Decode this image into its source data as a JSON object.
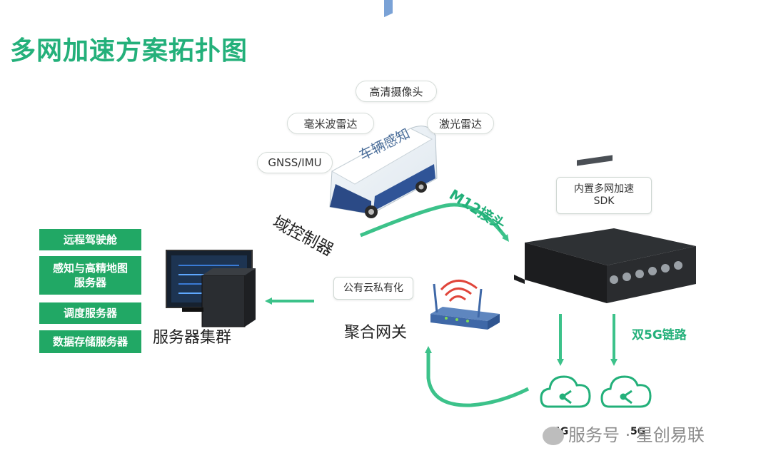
{
  "title": "多网加速方案拓扑图",
  "sensors": {
    "camera": "高清摄像头",
    "radar_mm": "毫米波雷达",
    "lidar": "激光雷达",
    "gnss": "GNSS/IMU"
  },
  "vehicle_label": "车辆感知",
  "domain_controller": "域控制器",
  "link_label": "M12接头",
  "sdk_box": {
    "line1": "内置多网加速",
    "line2": "SDK"
  },
  "dual_5g": "双5G链路",
  "cloud_labels": [
    "5G",
    "5G"
  ],
  "public_cloud": "公有云私有化",
  "gateway": "聚合网关",
  "server_cluster": "服务器集群",
  "servers": [
    "远程驾驶舱",
    "感知与高精地图服务器",
    "调度服务器",
    "数据存储服务器"
  ],
  "watermark": {
    "account": "服务号",
    "sep": "·",
    "name": "星创易联"
  },
  "colors": {
    "accent": "#23b07a",
    "button": "#21a865"
  }
}
